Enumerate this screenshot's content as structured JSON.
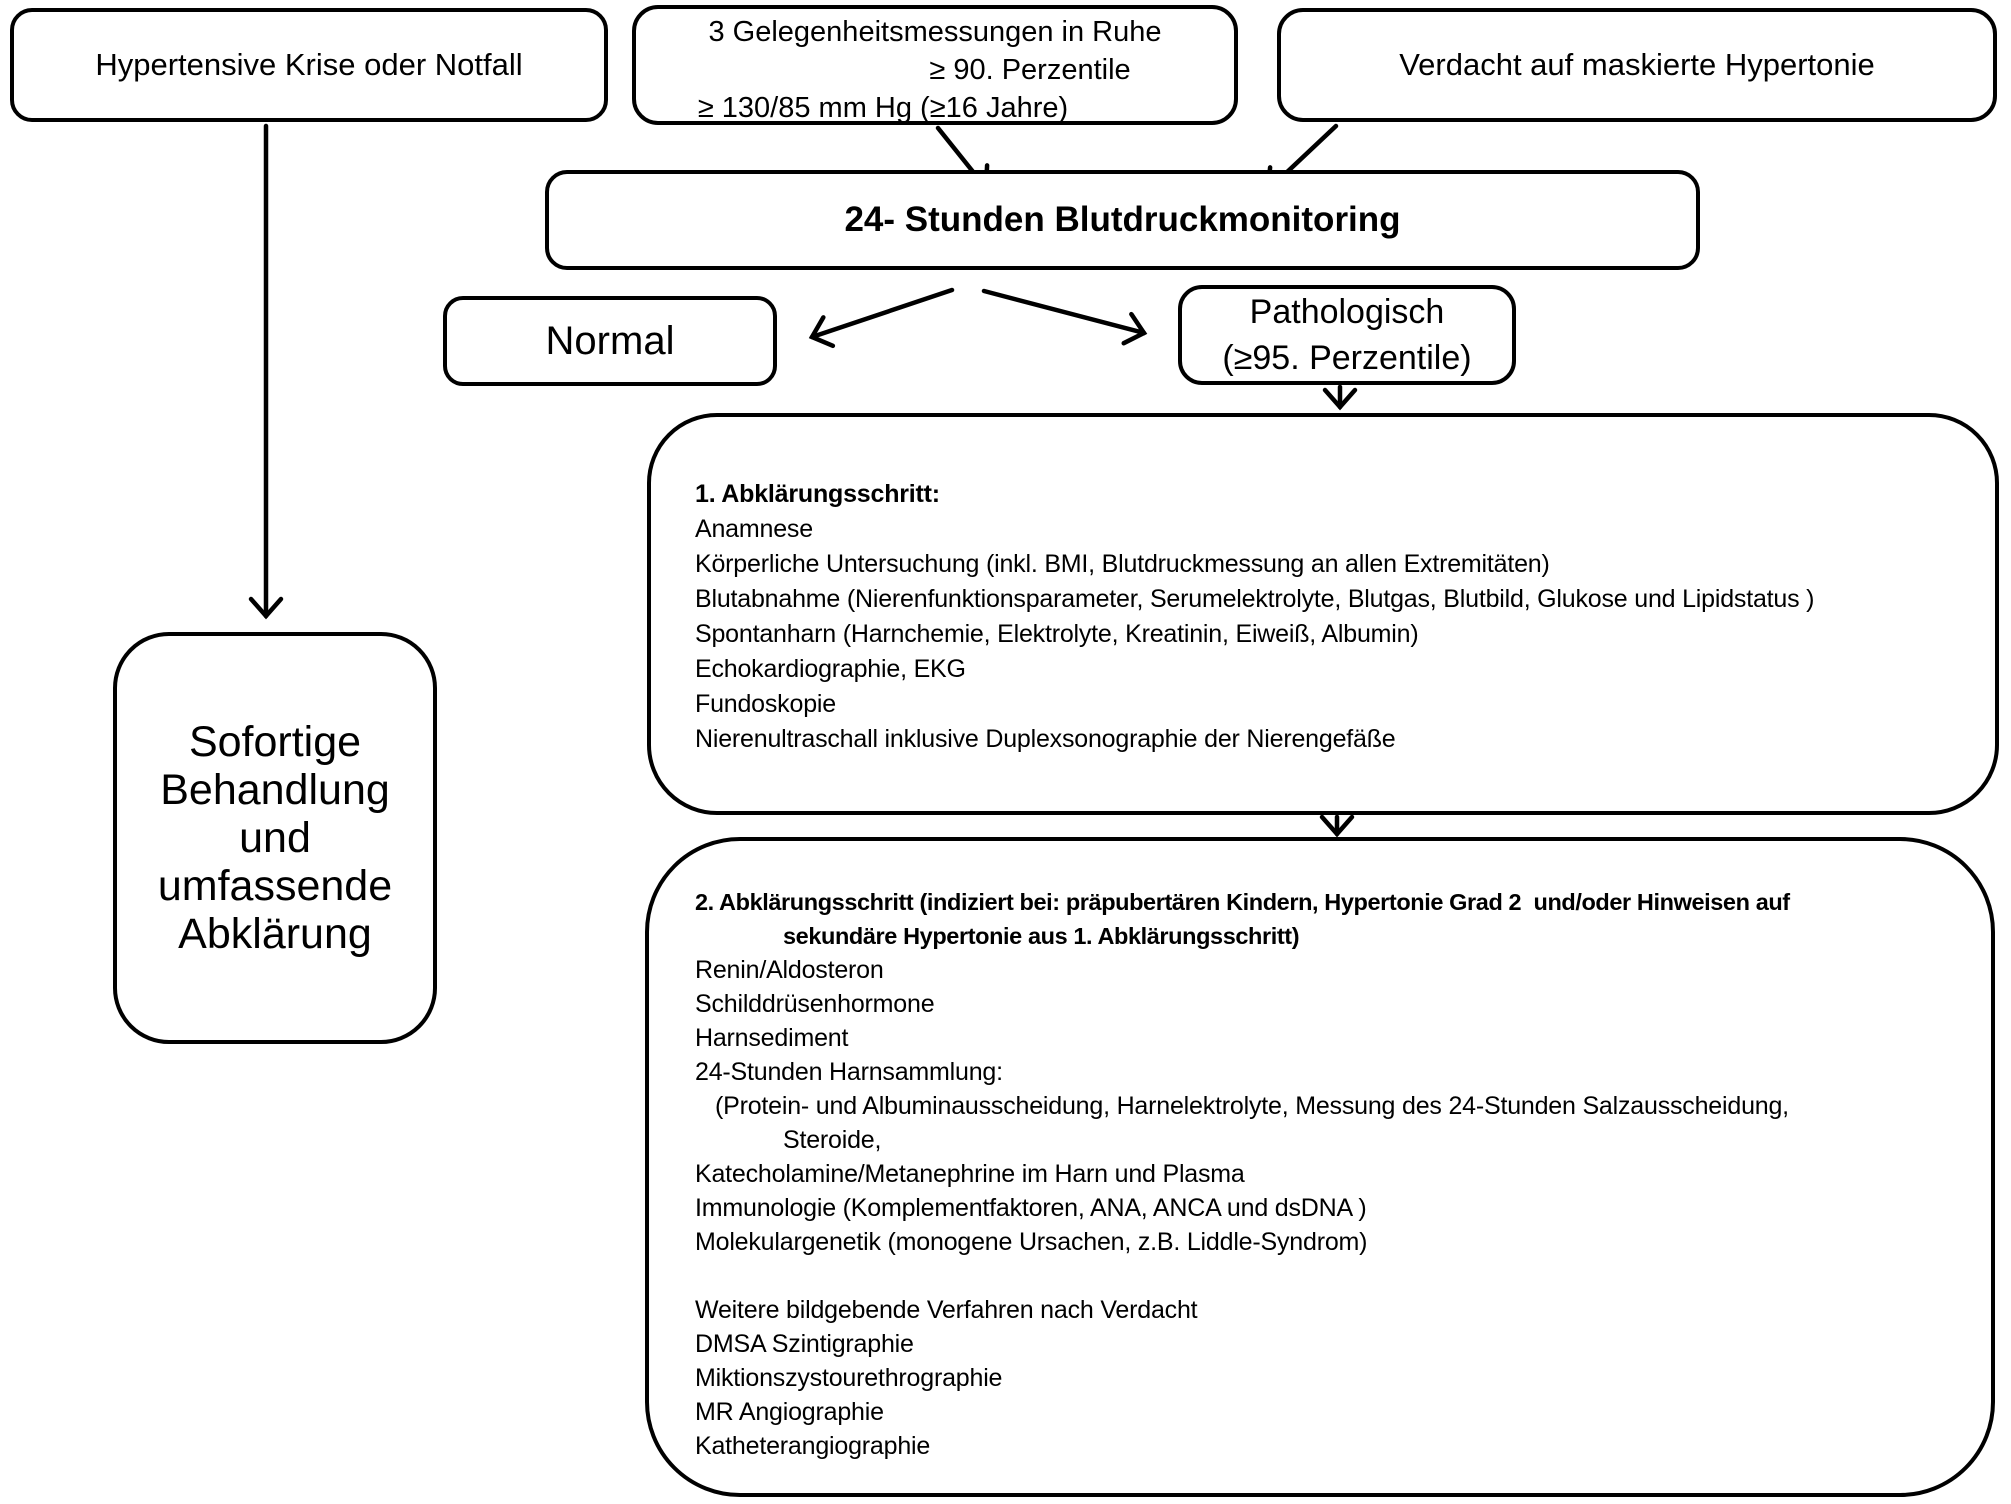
{
  "colors": {
    "ink": "#000000",
    "background": "#ffffff"
  },
  "boxes": {
    "crisis": {
      "label": "Hypertensive Krise oder Notfall"
    },
    "measurements": {
      "lines": [
        "3 Gelegenheitsmessungen in Ruhe",
        "≥ 90. Perzentile",
        "≥ 130/85 mm Hg (≥16 Jahre)"
      ]
    },
    "masked": {
      "label": "Verdacht auf maskierte Hypertonie"
    },
    "abpm": {
      "label": "24- Stunden Blutdruckmonitoring"
    },
    "normal": {
      "label": "Normal"
    },
    "pathologic": {
      "lines": [
        "Pathologisch",
        "(≥95. Perzentile)"
      ]
    },
    "treatment": {
      "lines": [
        "Sofortige",
        "Behandlung",
        "und",
        "umfassende",
        "Abklärung"
      ]
    },
    "step1": {
      "title": "1. Abklärungsschritt:",
      "items": [
        "Anamnese",
        "Körperliche Untersuchung (inkl. BMI, Blutdruckmessung an allen Extremitäten)",
        "Blutabnahme (Nierenfunktionsparameter, Serumelektrolyte, Blutgas, Blutbild, Glukose und Lipidstatus )",
        "Spontanharn (Harnchemie, Elektrolyte, Kreatinin, Eiweiß, Albumin)",
        "Echokardiographie, EKG",
        "Fundoskopie",
        "Nierenultraschall inklusive Duplexsonographie der Nierengefäße"
      ]
    },
    "step2": {
      "title_lines": [
        "2. Abklärungsschritt (indiziert bei: präpubertären Kindern, Hypertonie Grad 2  und/oder Hinweisen auf",
        "sekundäre Hypertonie aus 1. Abklärungsschritt)"
      ],
      "items": [
        "Renin/Aldosteron",
        "Schilddrüsenhormone",
        "Harnsediment",
        "24-Stunden Harnsammlung:",
        "(Protein- und Albuminausscheidung, Harnelektrolyte, Messung des 24-Stunden Salzausscheidung,",
        "Steroide,",
        "Katecholamine/Metanephrine im Harn und Plasma",
        "Immunologie (Komplementfaktoren, ANA, ANCA und dsDNA )",
        "Molekulargenetik (monogene Ursachen, z.B. Liddle-Syndrom)"
      ],
      "imaging": [
        "Weitere bildgebende Verfahren nach Verdacht",
        "DMSA Szintigraphie",
        "Miktionszystourethrographie",
        "MR Angiographie",
        "Katheterangiographie"
      ]
    }
  }
}
